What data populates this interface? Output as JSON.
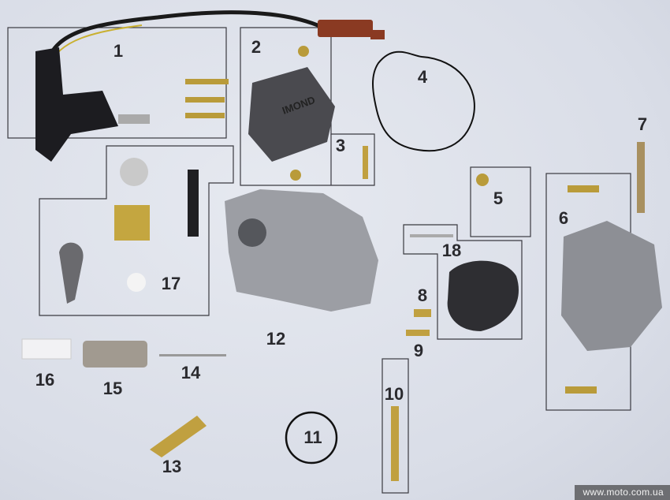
{
  "labels": [
    "1",
    "2",
    "3",
    "4",
    "5",
    "6",
    "7",
    "8",
    "9",
    "10",
    "11",
    "12",
    "13",
    "14",
    "15",
    "16",
    "17",
    "18"
  ],
  "cover_text": "IMOND",
  "watermark": "www.moto.com.ua"
}
